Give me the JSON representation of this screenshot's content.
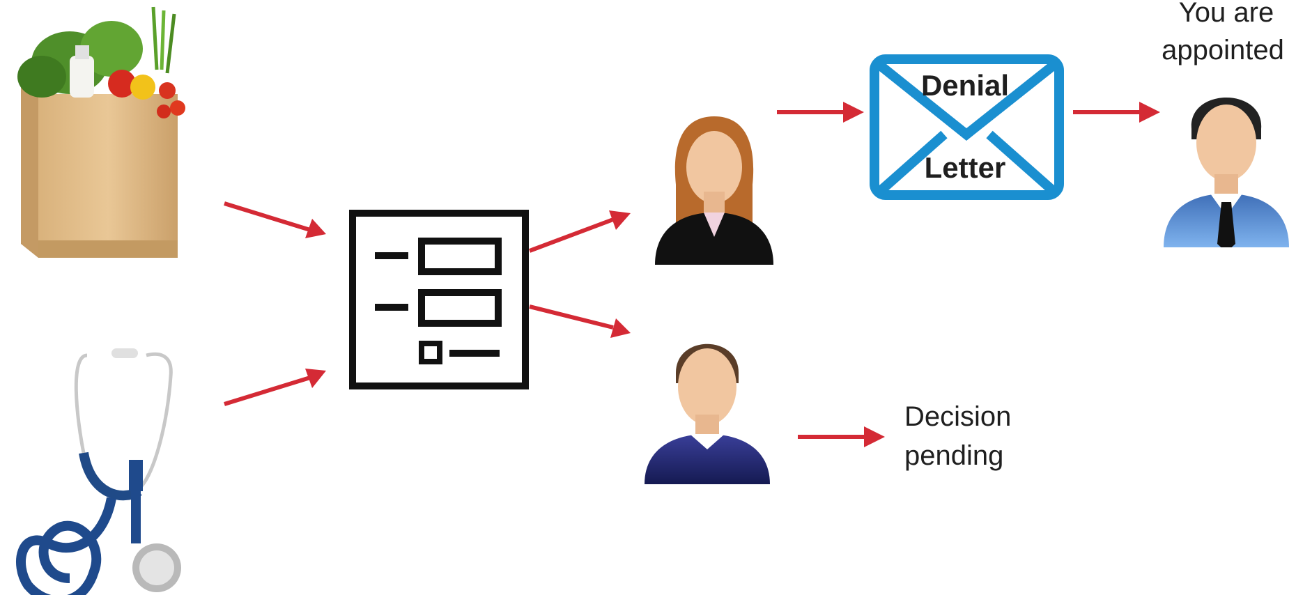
{
  "envelope": {
    "line1": "Denial",
    "line2": "Letter"
  },
  "outcomes": {
    "appointed": {
      "line1": "You are",
      "line2": "appointed"
    },
    "pending": {
      "line1": "Decision",
      "line2": "pending"
    }
  },
  "icons": {
    "grocery": "grocery-bag-icon",
    "stethoscope": "stethoscope-icon",
    "form": "form-checklist-icon",
    "woman": "woman-person-icon",
    "man": "man-person-icon",
    "envelope": "envelope-icon",
    "businessman": "businessman-icon"
  },
  "colors": {
    "arrow": "#d42a35",
    "envelope": "#1a8fd0",
    "form": "#111111"
  }
}
